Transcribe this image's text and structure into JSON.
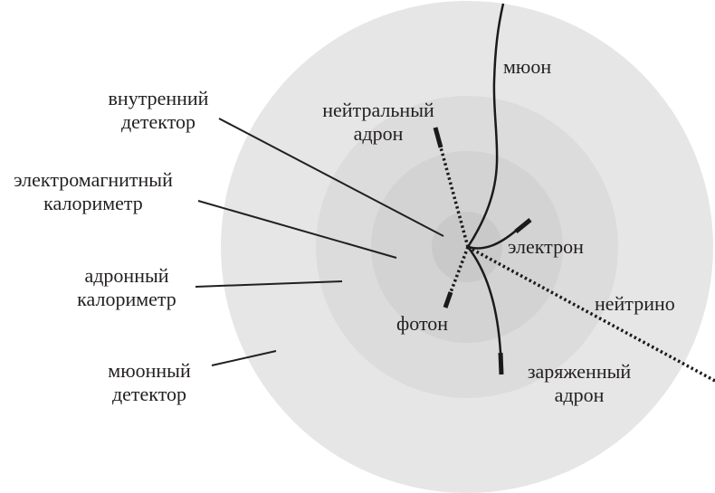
{
  "diagram": {
    "type": "particle-detector-cross-section",
    "colors": {
      "background": "#ffffff",
      "muon_detector": "#e6e6e6",
      "hadron_calorimeter": "#dcdcdc",
      "em_calorimeter": "#d3d3d3",
      "inner_detector": "#c9c9c9",
      "track": "#1a1a1a",
      "text": "#231f20"
    },
    "detector_layers": [
      {
        "id": "inner_detector",
        "line1": "внутренний",
        "line2": "детектор"
      },
      {
        "id": "em_calorimeter",
        "line1": "электромагнитный",
        "line2": "калориметр"
      },
      {
        "id": "hadron_calorimeter",
        "line1": "адронный",
        "line2": "калориметр"
      },
      {
        "id": "muon_detector",
        "line1": "мюонный",
        "line2": "детектор"
      }
    ],
    "particles": {
      "muon": {
        "line1": "мюон"
      },
      "neutral_hadron": {
        "line1": "нейтральный",
        "line2": "адрон"
      },
      "electron": {
        "line1": "электрон"
      },
      "photon": {
        "line1": "фотон"
      },
      "neutrino": {
        "line1": "нейтрино"
      },
      "charged_hadron": {
        "line1": "заряженный",
        "line2": "адрон"
      }
    }
  }
}
